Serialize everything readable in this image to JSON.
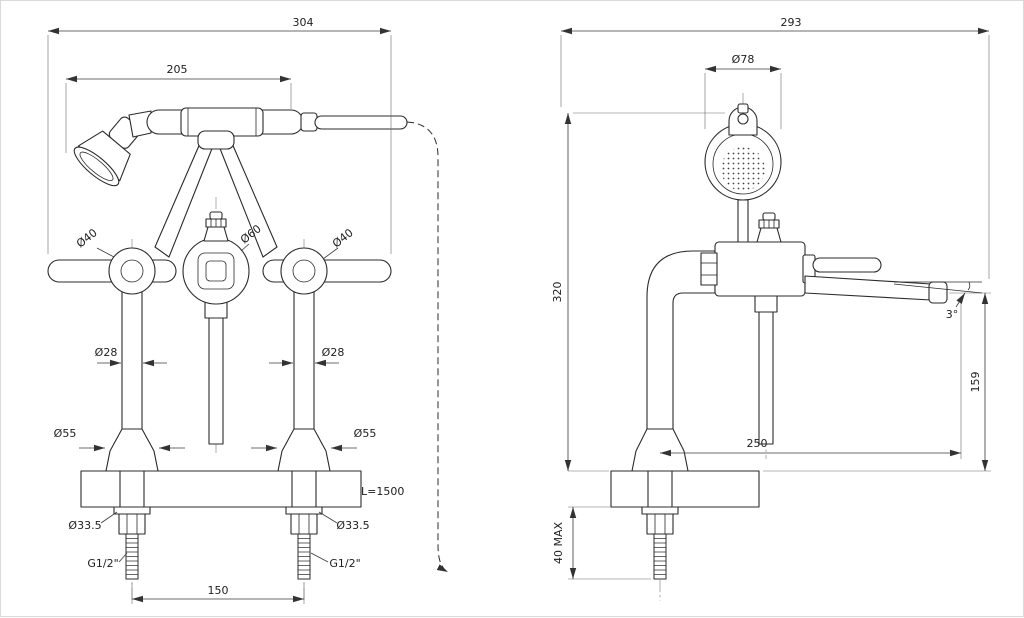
{
  "drawing": {
    "front": {
      "overall_width": "304",
      "handset_length": "205",
      "left_valve_dia": "Ø40",
      "body_dia": "Ø60",
      "right_valve_dia": "Ø40",
      "left_riser_dia": "Ø28",
      "right_riser_dia": "Ø28",
      "left_base_dia": "Ø55",
      "right_base_dia": "Ø55",
      "left_shank_dia": "Ø33.5",
      "right_shank_dia": "Ø33.5",
      "left_thread": "G1/2\"",
      "right_thread": "G1/2\"",
      "inlet_spacing": "150",
      "hose_length": "L=1500"
    },
    "side": {
      "overall_depth": "293",
      "handshower_dia": "Ø78",
      "height_above_deck": "320",
      "spout_angle": "3°",
      "spout_height": "159",
      "spout_reach": "250",
      "max_deck_thickness": "40 MAX"
    }
  }
}
